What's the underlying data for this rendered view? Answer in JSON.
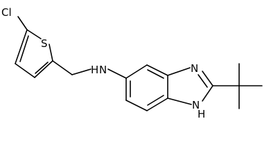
{
  "molecule": {
    "atoms": {
      "cl": "Cl",
      "s": "S",
      "nh_amine": "N",
      "h_amine": "H",
      "n_imine": "N",
      "n_imidazole": "N",
      "h_imidazole": "H"
    }
  },
  "colors": {
    "bond": "#000000",
    "label": "#000000",
    "background": "#ffffff"
  }
}
